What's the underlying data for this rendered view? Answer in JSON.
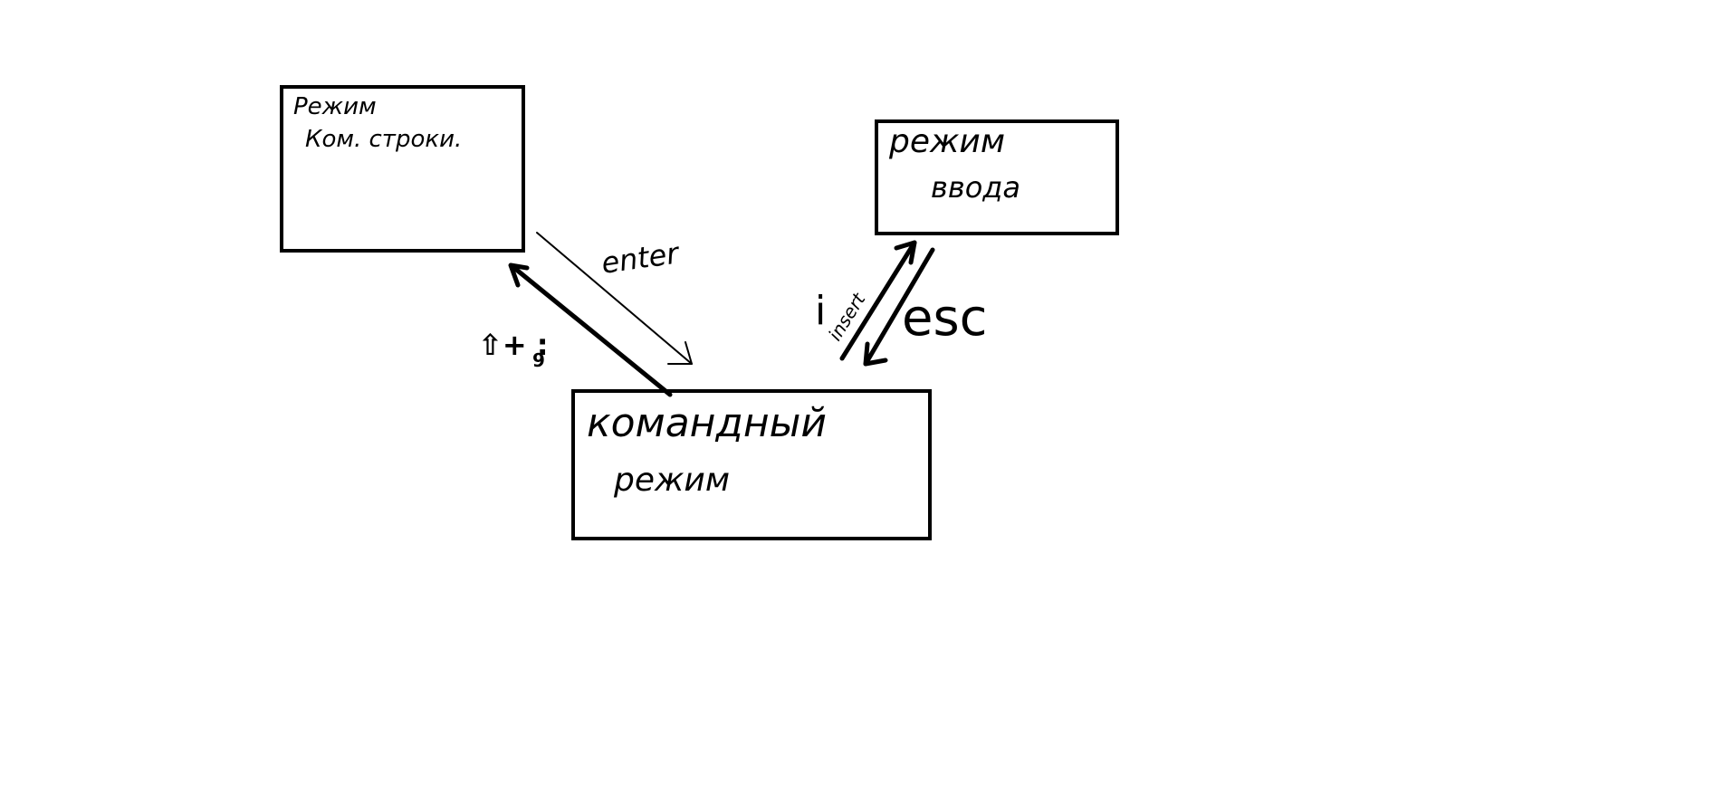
{
  "nodes": {
    "cmdline_mode": {
      "line1": "Режим",
      "line2": "Ком. строки."
    },
    "insert_mode": {
      "line1": "режим",
      "line2": "ввода"
    },
    "command_mode": {
      "line1": "командный",
      "line2": "режим"
    }
  },
  "edges": {
    "enter_label": "enter",
    "shift_colon_label": "⇧+ :",
    "shift_colon_key_sub": "9",
    "i_label": "i",
    "insert_label": "insert",
    "esc_label": "esc"
  },
  "colors": {
    "stroke": "#000000",
    "background": "#ffffff"
  }
}
